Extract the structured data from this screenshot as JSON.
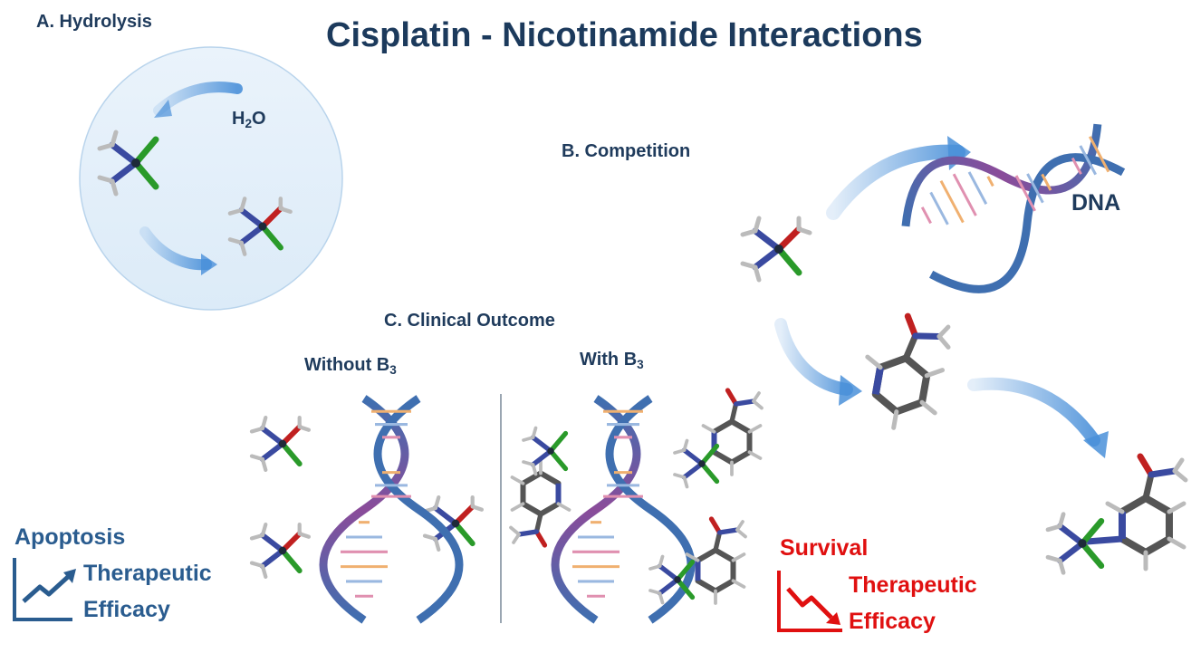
{
  "title": "Cisplatin - Nicotinamide Interactions",
  "panel_a": {
    "label": "A. Hydrolysis",
    "water_main": "H",
    "water_sub": "2",
    "water_tail": "O"
  },
  "panel_b": {
    "label": "B. Competition",
    "dna_label": "DNA"
  },
  "panel_c": {
    "label": "C. Clinical Outcome",
    "without_main": "Without B",
    "without_sub": "3",
    "with_main": "With B",
    "with_sub": "3"
  },
  "left_outcome": {
    "word": "Apoptosis",
    "line1": "Therapeutic",
    "line2": "Efficacy"
  },
  "right_outcome": {
    "word": "Survival",
    "line1": "Therapeutic",
    "line2": "Efficacy"
  },
  "colors": {
    "title": "#1c3a5c",
    "positive": "#2a5c8f",
    "negative": "#e01010",
    "arrow": "#4a90d9",
    "platinum": "#1e2a3a",
    "nitrogen": "#3a4aa0",
    "chlorine": "#2a9a2a",
    "oxygen": "#c02020",
    "carbon": "#555555",
    "hydrogen": "#bbbbbb"
  }
}
